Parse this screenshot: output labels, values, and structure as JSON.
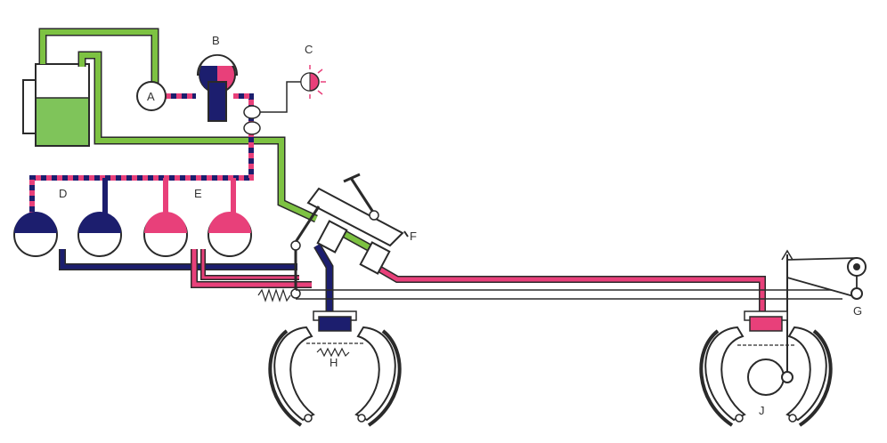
{
  "labels": {
    "A": "A",
    "B": "B",
    "C": "C",
    "D": "D",
    "E": "E",
    "F": "F",
    "G": "G",
    "H": "H",
    "J": "J"
  },
  "colors": {
    "green": "#7dc242",
    "navy": "#1c1e6e",
    "pink": "#e8407a",
    "outline": "#2a2a2a",
    "fluid": "#7fc45a"
  }
}
